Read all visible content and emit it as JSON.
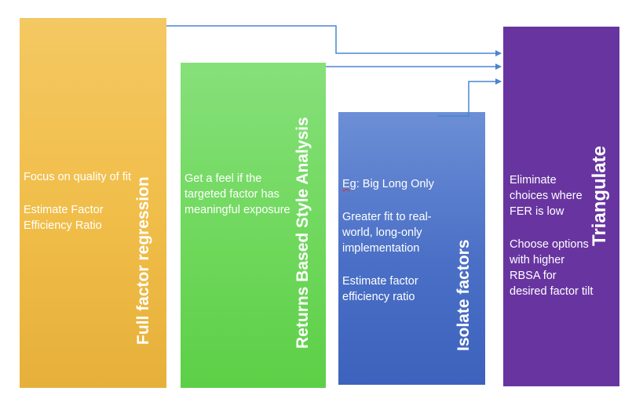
{
  "boxes": [
    {
      "title": "Full factor regression",
      "body": [
        "Focus on quality of fit",
        "Estimate Factor Efficiency Ratio"
      ],
      "color": "#f0bd48"
    },
    {
      "title": "Returns Based Style Analysis",
      "body": [
        "Get a feel if the targeted factor has meaningful exposure"
      ],
      "color": "#6fd85c"
    },
    {
      "title": "Isolate factors",
      "body_first_prefix": "Eg",
      "body_first_rest": ": Big Long Only",
      "body": [
        "Greater fit to real-world, long-only implementation",
        "Estimate factor efficiency ratio"
      ],
      "color": "#4a6fc6"
    },
    {
      "title": "Triangulate",
      "body": [
        "Eliminate choices where FER is low",
        "Choose options with higher RBSA for desired factor tilt"
      ],
      "color": "#6835a0"
    }
  ],
  "connector_color": "#4a86d0"
}
